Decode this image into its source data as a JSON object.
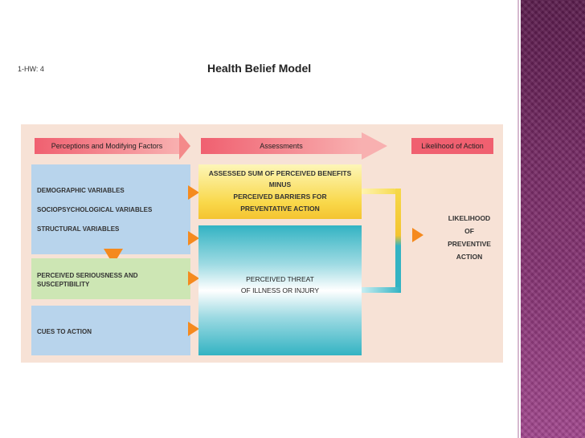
{
  "slide": {
    "code": "1-HW: 4",
    "title": "Health Belief Model"
  },
  "diagram": {
    "headers": {
      "perceptions": "Perceptions and Modifying Factors",
      "assessments": "Assessments",
      "likelihood": "Likelihood of Action"
    },
    "modifying_factors": [
      "DEMOGRAPHIC VARIABLES",
      "SOCIOPSYCHOLOGICAL VARIABLES",
      "STRUCTURAL VARIABLES"
    ],
    "perceived_seriousness": [
      "PERCEIVED SERIOUSNESS AND",
      "SUSCEPTIBILITY"
    ],
    "cues_to_action": "CUES TO ACTION",
    "benefits_box": [
      "ASSESSED SUM OF PERCEIVED BENEFITS",
      "MINUS",
      "PERCEIVED BARRIERS FOR",
      "PREVENTATIVE ACTION"
    ],
    "threat_box": [
      "PERCEIVED THREAT",
      "OF ILLNESS OR INJURY"
    ],
    "outcome": [
      "LIKELIHOOD",
      "OF",
      "PREVENTIVE",
      "ACTION"
    ]
  },
  "colors": {
    "accent_arrow": "#f58a1e",
    "header_pink": "#f06070",
    "panel": "#f7e2d6",
    "side_strip": "#7a2c68"
  }
}
